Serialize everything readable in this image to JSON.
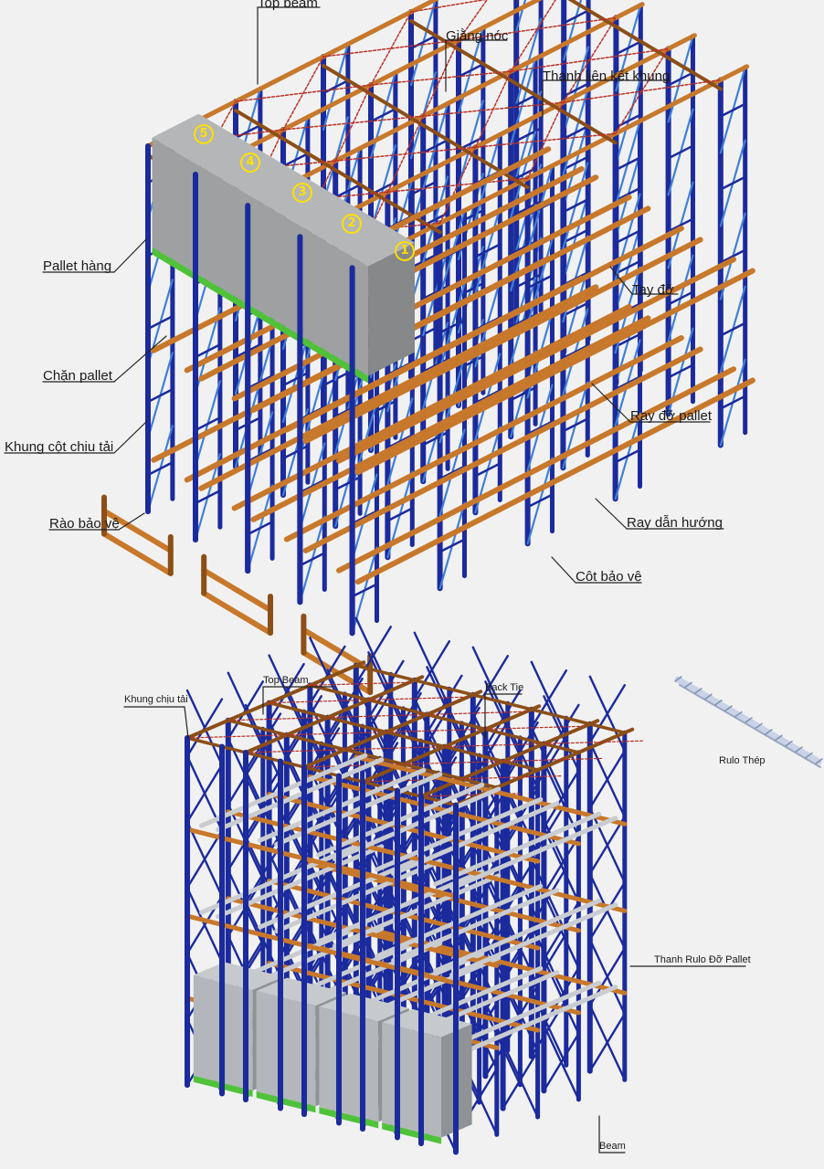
{
  "colors": {
    "upright": "#1b2a9c",
    "upright_light": "#3f7fd6",
    "beam": "#c8782b",
    "beam_dark": "#8c4f17",
    "tie": "#b8322a",
    "pallet": "#9ea0a2",
    "pallet_base": "#4fc23a",
    "roller": "#c9ccd0",
    "label_line": "#222222",
    "number": "#ffe000"
  },
  "diagram1": {
    "labels": {
      "top_beam": "Top beam",
      "giang_noc": "Giằng nóc",
      "thanh_lien_ket_khung": "Thanh liên kết khung",
      "pallet_hang": "Pallet hàng",
      "tay_do": "Tay đỡ",
      "chan_pallet": "Chặn pallet",
      "ray_do_pallet": "Ray đỡ pallet",
      "khung_cot_chiu_tai": "Khung cột chịu tải",
      "rao_bao_ve": "Rào bảo vệ",
      "ray_dan_huong": "Ray dẫn hướng",
      "cot_bao_ve": "Côt bảo vệ"
    },
    "pallet_numbers": [
      "5",
      "4",
      "3",
      "2",
      "1"
    ]
  },
  "diagram2": {
    "labels": {
      "khung_chiu_tai": "Khung chịu tải",
      "top_beam": "Top Beam",
      "back_tie": "Back Tie",
      "rulo_thep": "Rulo Thép",
      "thanh_rulo_do_pallet": "Thanh Rulo Đỡ Pallet",
      "beam": "Beam"
    }
  }
}
